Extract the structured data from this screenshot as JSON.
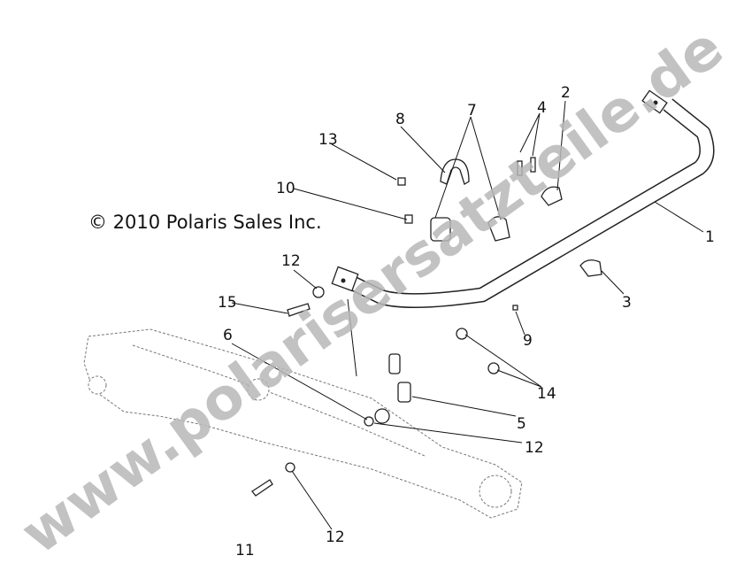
{
  "copyright": "© 2010 Polaris Sales Inc.",
  "watermark": "www.polarisersatzteile.de",
  "callouts": [
    {
      "id": "c1",
      "label": "1"
    },
    {
      "id": "c2",
      "label": "2"
    },
    {
      "id": "c3",
      "label": "3"
    },
    {
      "id": "c4",
      "label": "4"
    },
    {
      "id": "c5",
      "label": "5"
    },
    {
      "id": "c6",
      "label": "6"
    },
    {
      "id": "c7",
      "label": "7"
    },
    {
      "id": "c8",
      "label": "8"
    },
    {
      "id": "c9",
      "label": "9"
    },
    {
      "id": "c10",
      "label": "10"
    },
    {
      "id": "c11",
      "label": "11"
    },
    {
      "id": "c12a",
      "label": "12"
    },
    {
      "id": "c12b",
      "label": "12"
    },
    {
      "id": "c12c",
      "label": "12"
    },
    {
      "id": "c13",
      "label": "13"
    },
    {
      "id": "c14",
      "label": "14"
    },
    {
      "id": "c15",
      "label": "15"
    }
  ]
}
